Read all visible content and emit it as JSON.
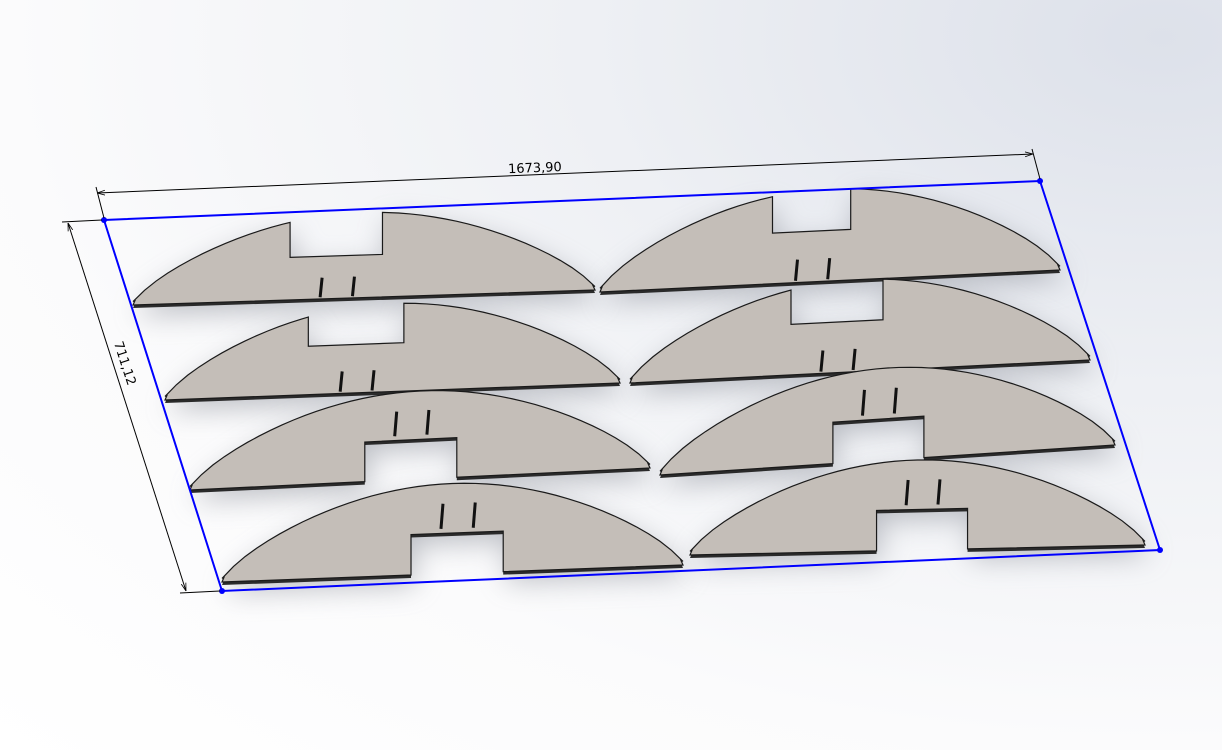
{
  "viewport": {
    "dimensions": {
      "width_label": "1673,90",
      "height_label": "711,12"
    },
    "colors": {
      "sketch_boundary": "#0000ff",
      "part_fill": "#c4beb8",
      "part_edge": "#1a1a1a",
      "dimension_line": "#000000"
    },
    "parts_count": 8
  }
}
